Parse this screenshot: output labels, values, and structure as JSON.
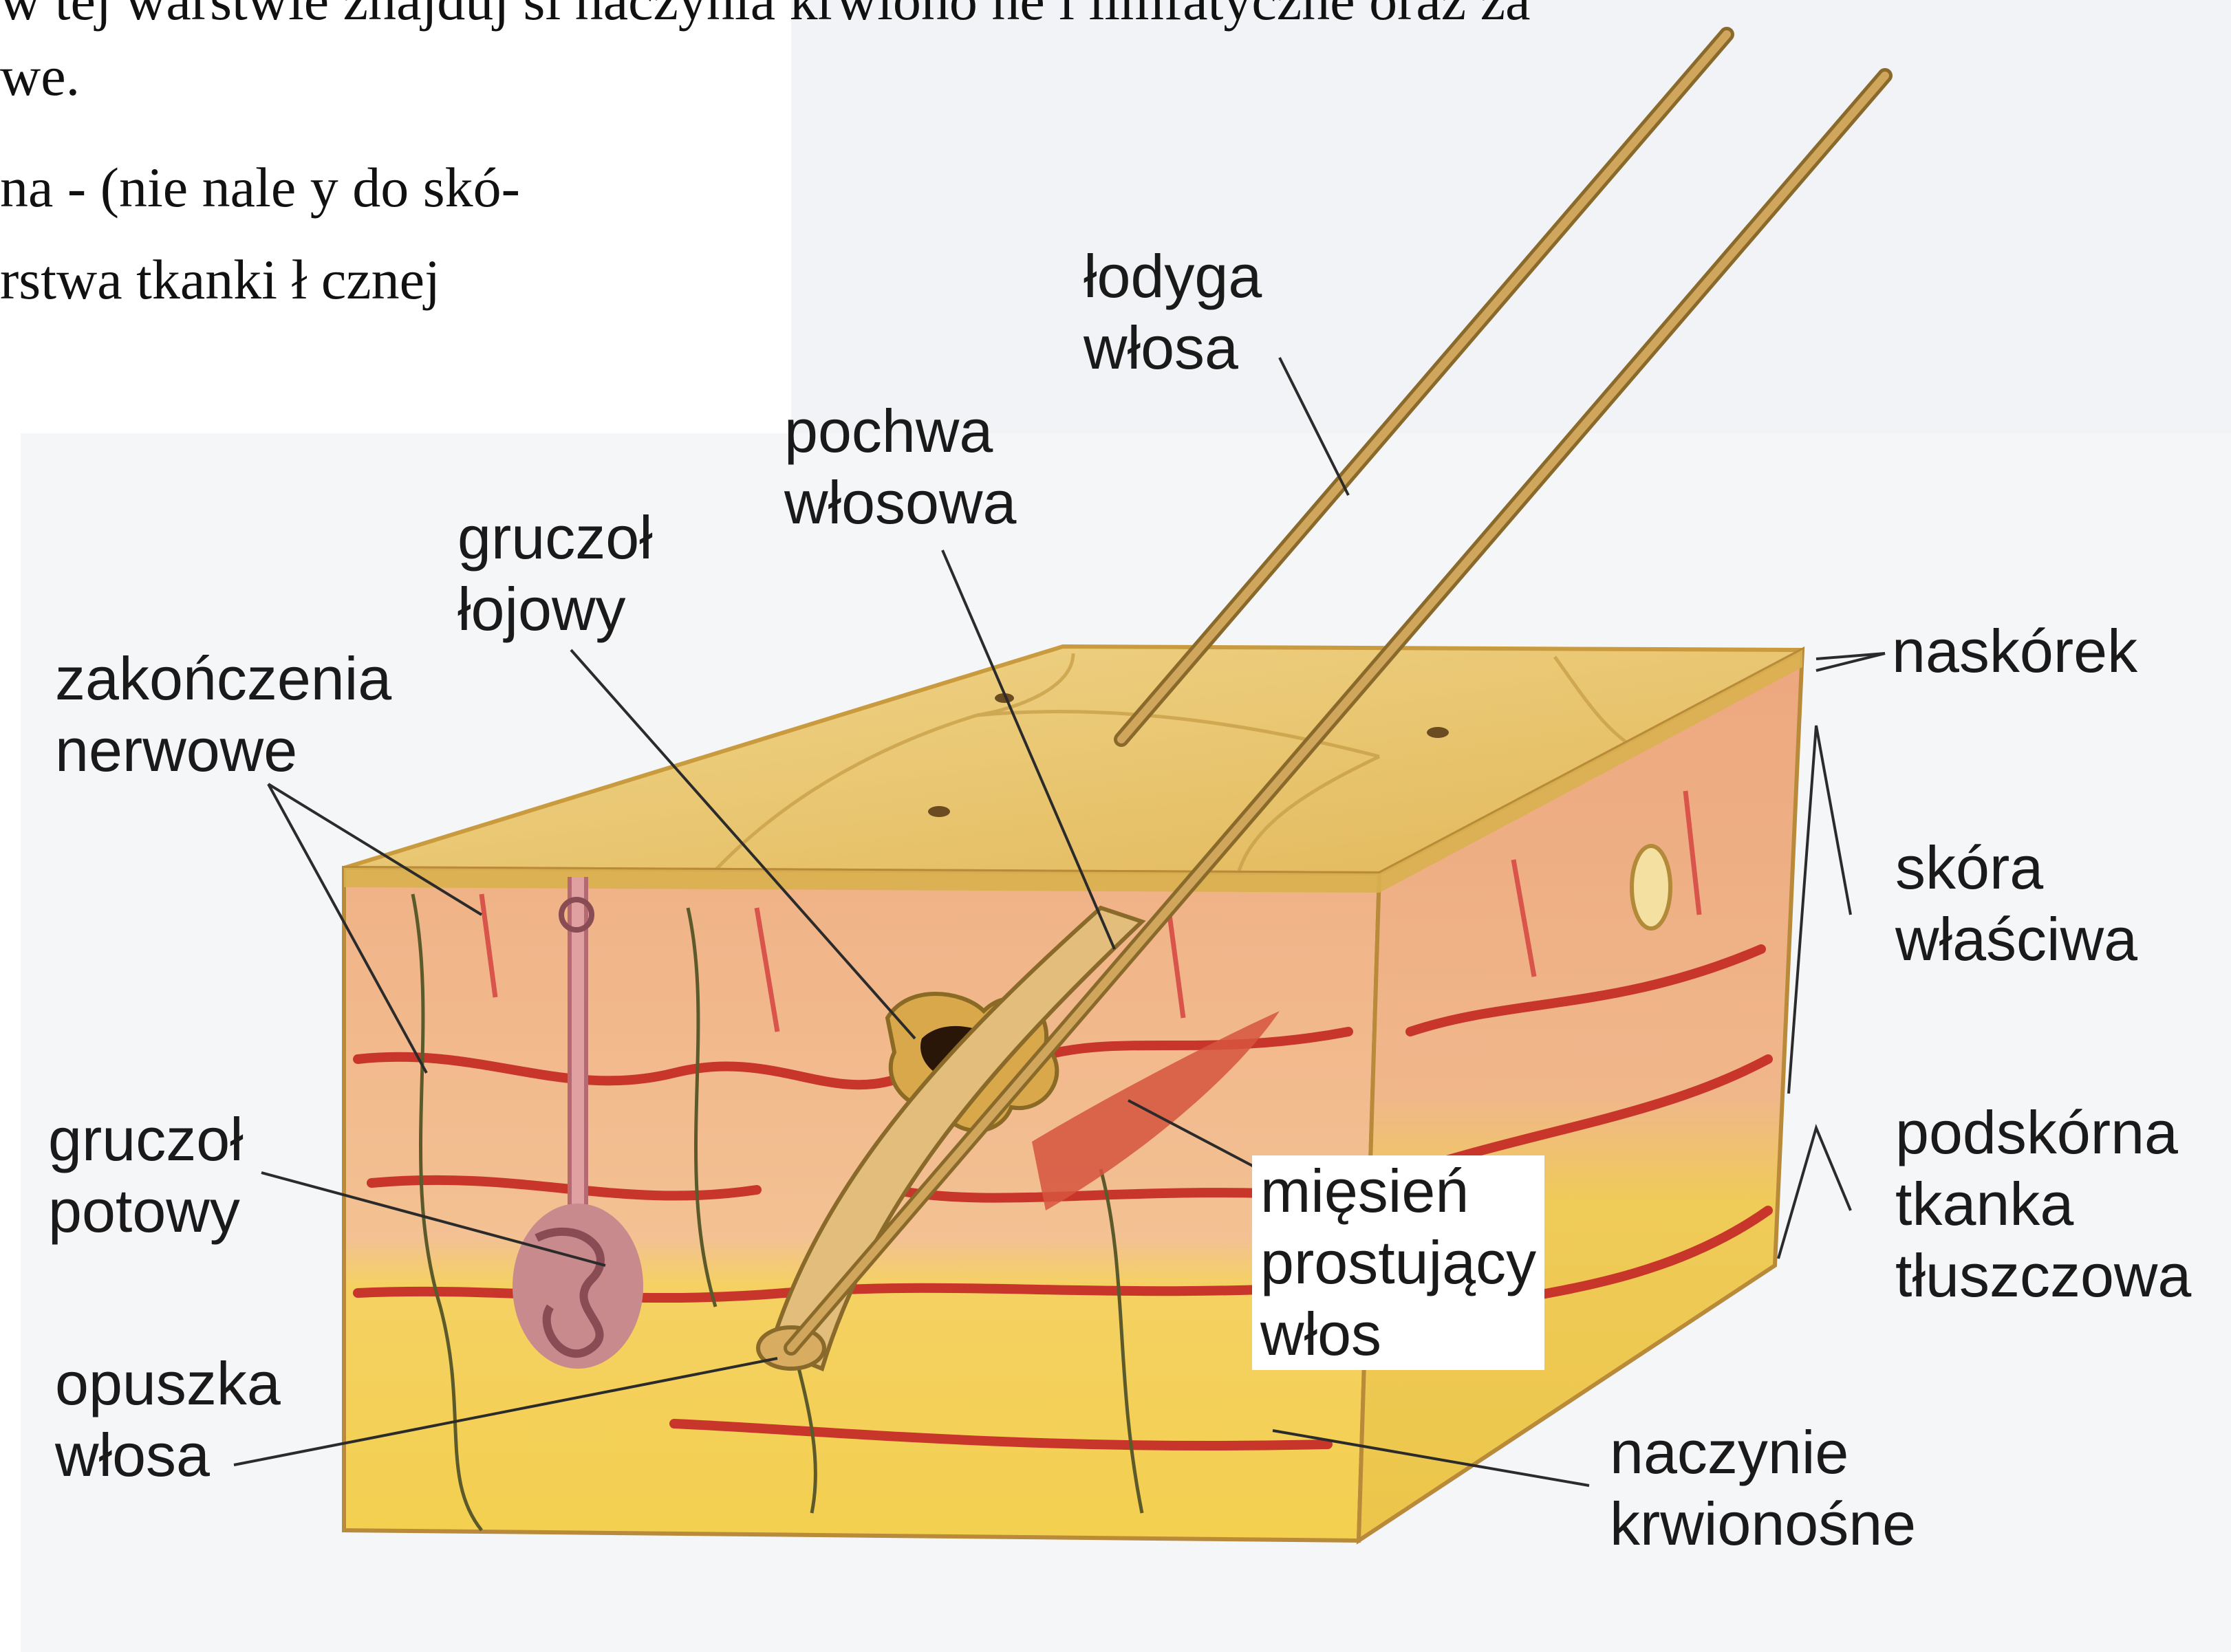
{
  "body_text": {
    "line1": "w tej warstwie znajduj  si  naczynia krwiono  ne i limfatyczne oraz za",
    "line2": "we.",
    "line3": "na - (nie nale  y do skó-",
    "line4": "rstwa tkanki ł  cznej"
  },
  "labels": {
    "lodyga": [
      "łodyga",
      "włosa"
    ],
    "pochwa": [
      "pochwa",
      "włosowa"
    ],
    "lojowy": [
      "gruczoł",
      "łojowy"
    ],
    "nerwowe": [
      "zakończenia",
      "nerwowe"
    ],
    "naskorek": [
      "naskórek"
    ],
    "skora": [
      "skóra",
      "właściwa"
    ],
    "potowy": [
      "gruczoł",
      "potowy"
    ],
    "podskorna": [
      "podskórna",
      "tkanka",
      "tłuszczowa"
    ],
    "miesien": [
      "mięsień",
      "prostujący",
      "włos"
    ],
    "opuszka": [
      "opuszka",
      "włosa"
    ],
    "naczynie": [
      "naczynie",
      "krwionośne"
    ]
  },
  "colors": {
    "epidermis_top": "#e9c66a",
    "dermis": "#f2b98e",
    "subcutis": "#f4d35c",
    "vessel": "#c8352a",
    "hair": "#b89454",
    "leader_line": "#2b2b2b"
  }
}
